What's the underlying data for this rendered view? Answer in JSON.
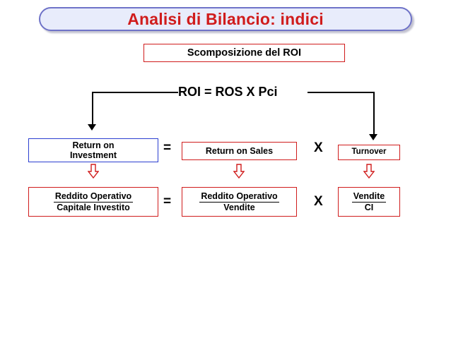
{
  "slide": {
    "title": "Analisi di Bilancio: indici",
    "subtitle": "Scomposizione del ROI",
    "formula": "ROI = ROS X Pci",
    "colors": {
      "title_text": "#d01c1c",
      "title_border": "#6f73c8",
      "title_fill": "#e8ecfb",
      "red_border": "#d01c1c",
      "blue_border": "#2b3fd0",
      "arrow_red": "#d01c1c",
      "line_black": "#000000",
      "background": "#ffffff"
    }
  },
  "row1": {
    "box_roi": {
      "line1": "Return on",
      "line2": "Investment"
    },
    "equals": "=",
    "box_ros": {
      "line1": "Return on Sales"
    },
    "times": "X",
    "box_pci": {
      "line1": "Turnover"
    }
  },
  "row2": {
    "box_roi": {
      "numerator": "Reddito Operativo",
      "denominator": "Capitale Investito"
    },
    "equals": "=",
    "box_ros": {
      "numerator": "Reddito Operativo",
      "denominator": "Vendite"
    },
    "times": "X",
    "box_pci": {
      "numerator": "Vendite ",
      "denominator": "CI"
    }
  },
  "icons": {
    "arrow_left_down": "arrow-down-icon",
    "arrow_right_down": "arrow-down-icon",
    "red_arrow_roi": "red-down-arrow-icon",
    "red_arrow_ros": "red-down-arrow-icon",
    "red_arrow_pci": "red-down-arrow-icon"
  }
}
